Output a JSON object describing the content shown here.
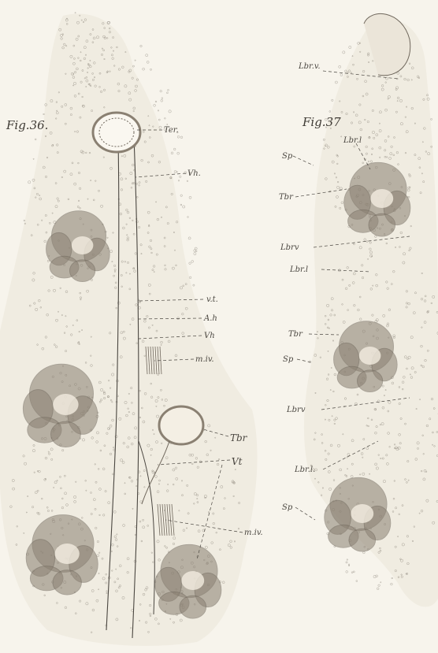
{
  "figures": [
    {
      "title": "Fig.36.",
      "labels": [
        "Ter.",
        "Vh.",
        "v.t.",
        "A.h",
        "Vh",
        "m.iv.",
        "Tbr",
        "Vt",
        "m.iv."
      ]
    },
    {
      "title": "Fig.37",
      "labels": [
        "Lbr.v.",
        "Lbr.l",
        "Sp",
        "Tbr",
        "Lbrv",
        "Lbr.l",
        "Tbr",
        "Sp",
        "Lbrv",
        "Lbr.l.",
        "Sp"
      ]
    }
  ],
  "colors": {
    "paper": "#f7f4ec",
    "ink": "#4a4640",
    "tissue": "#ebe5d9",
    "chamber": "#8a8072",
    "shading": "#6f675c"
  }
}
